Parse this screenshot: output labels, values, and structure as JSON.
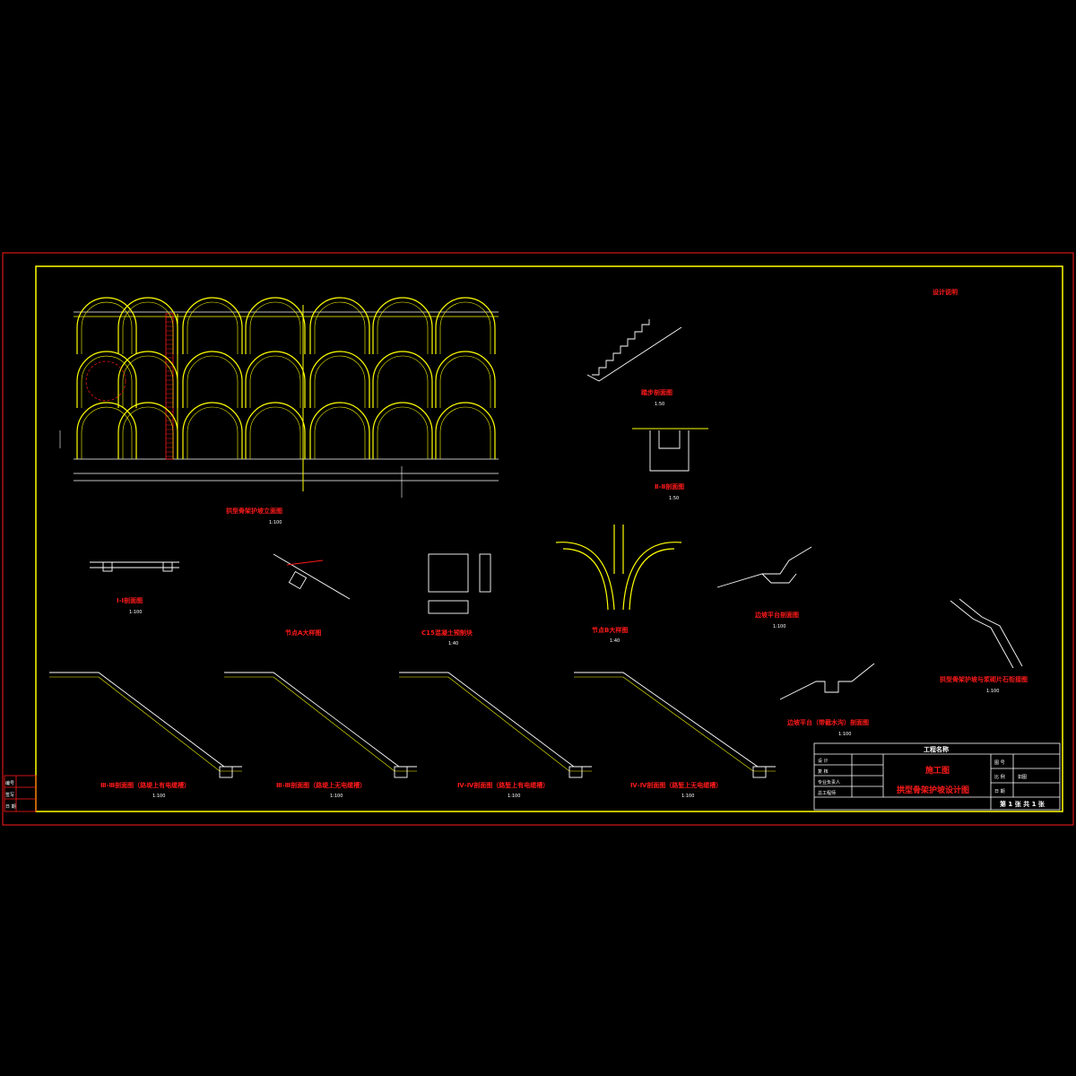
{
  "title_block": {
    "project_label": "工程名称",
    "stage": "施工图",
    "drawing_name": "拱型骨架护坡设计图",
    "row_labels": [
      "设 计",
      "复 核",
      "专业负责人",
      "总工程师"
    ],
    "field_labels": [
      "图 号",
      "比 例",
      "日 期"
    ],
    "scale_value": "如图",
    "sheet": "第 1 张 共 1 张"
  },
  "left_strip": [
    "编号",
    "签写",
    "日 期"
  ],
  "notes_heading": "设计说明",
  "drawing_titles": {
    "elevation": "拱型骨架护坡立面图",
    "elevation_scale": "1:100",
    "step_section": "踏步剖面图",
    "step_scale": "1:50",
    "section_2": "Ⅱ-Ⅱ剖面图",
    "section_2_scale": "1:50",
    "section_1": "Ⅰ-Ⅰ剖面图",
    "section_1_scale": "1:100",
    "node_a": "节点A大样图",
    "precast": "C15混凝土预制块",
    "precast_scale": "1:40",
    "node_b": "节点B大样图",
    "node_b_scale": "1:40",
    "platform": "边坡平台剖面图",
    "platform_scale": "1:100",
    "platform2": "边坡平台（带截水沟）剖面图",
    "platform2_scale": "1:100",
    "joint": "拱型骨架护坡与浆砌片石衔接图",
    "joint_scale": "1:100",
    "sec_a": "Ⅲ-Ⅲ剖面图（路堤上有电缆槽）",
    "sec_b": "Ⅲ-Ⅲ剖面图（路堤上无电缆槽）",
    "sec_c": "Ⅳ-Ⅳ剖面图（路堑上有电缆槽）",
    "sec_d": "Ⅳ-Ⅳ剖面图（路堑上无电缆槽）",
    "sec_scale": "1:100"
  }
}
